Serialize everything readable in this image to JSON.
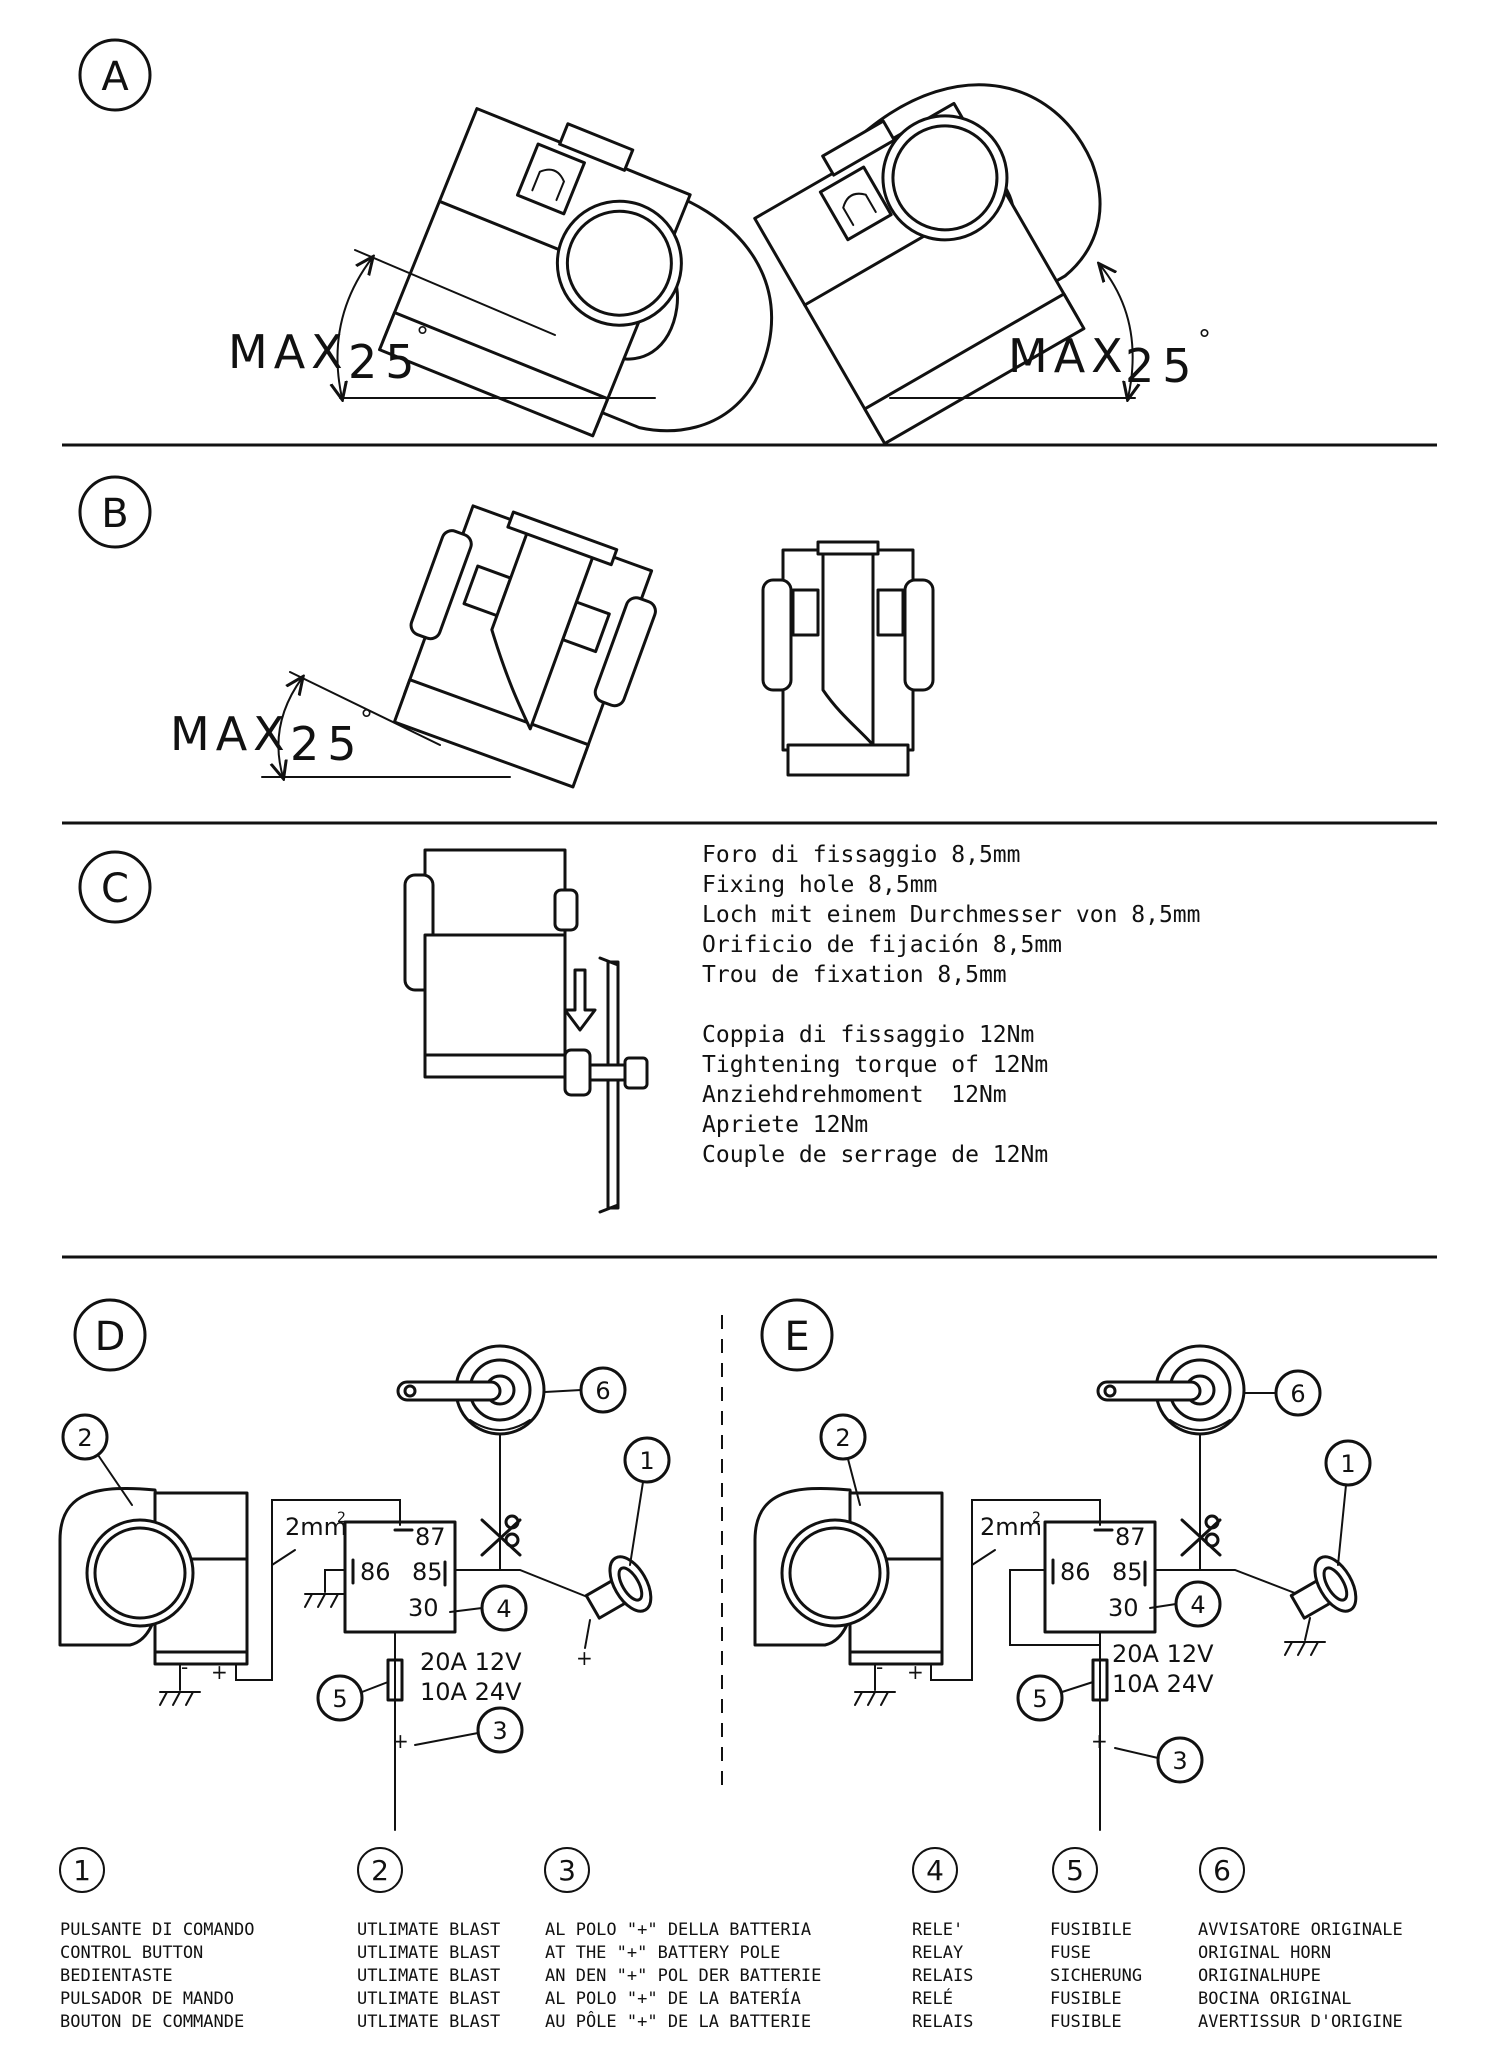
{
  "sections": {
    "a": {
      "label": "A",
      "angle_left": "MAX",
      "angle_left_value": "25",
      "angle_left_unit": "°",
      "angle_right": "MAX",
      "angle_right_value": "25",
      "angle_right_unit": "°"
    },
    "b": {
      "label": "B",
      "angle": "MAX",
      "angle_value": "25",
      "angle_unit": "°"
    },
    "c": {
      "label": "C",
      "lines": [
        "Foro di fissaggio 8,5mm",
        "Fixing hole 8,5mm",
        "Loch mit einem Durchmesser von 8,5mm",
        "Orificio de fijación 8,5mm",
        "Trou de fixation 8,5mm",
        "",
        "Coppia di fissaggio 12Nm",
        "Tightening torque of 12Nm",
        "Anziehdrehmoment  12Nm",
        "Apriete 12Nm",
        "Couple de serrage de 12Nm"
      ]
    },
    "d": {
      "label": "D",
      "wire": "2mm",
      "wire_sup": "2",
      "t87": "87",
      "t86": "86",
      "t85": "85",
      "t30": "30",
      "fuse1": "20A 12V",
      "fuse2": "10A 24V",
      "minus": "-",
      "plus": "+",
      "plus_batt": "+",
      "plus_btn": "+",
      "c1": "1",
      "c2": "2",
      "c3": "3",
      "c4": "4",
      "c5": "5",
      "c6": "6"
    },
    "e": {
      "label": "E",
      "wire": "2mm",
      "wire_sup": "2",
      "t87": "87",
      "t86": "86",
      "t85": "85",
      "t30": "30",
      "fuse1": "20A 12V",
      "fuse2": "10A 24V",
      "minus": "-",
      "plus": "+",
      "plus_batt": "+",
      "c1": "1",
      "c2": "2",
      "c3": "3",
      "c4": "4",
      "c5": "5",
      "c6": "6"
    }
  },
  "legend": [
    {
      "num": "1",
      "lines": [
        "PULSANTE DI COMANDO",
        "CONTROL BUTTON",
        "BEDIENTASTE",
        "PULSADOR DE MANDO",
        "BOUTON DE COMMANDE"
      ]
    },
    {
      "num": "2",
      "lines": [
        "UTLIMATE BLAST",
        "UTLIMATE BLAST",
        "UTLIMATE BLAST",
        "UTLIMATE BLAST",
        "UTLIMATE BLAST"
      ]
    },
    {
      "num": "3",
      "lines": [
        "AL POLO \"+\" DELLA BATTERIA",
        "AT THE \"+\" BATTERY POLE",
        "AN DEN \"+\" POL DER BATTERIE",
        "AL POLO \"+\" DE LA BATERÍA",
        "AU PÔLE \"+\" DE LA BATTERIE"
      ]
    },
    {
      "num": "4",
      "lines": [
        "RELE'",
        "RELAY",
        "RELAIS",
        "RELÉ",
        "RELAIS"
      ]
    },
    {
      "num": "5",
      "lines": [
        "FUSIBILE",
        "FUSE",
        "SICHERUNG",
        "FUSIBLE",
        "FUSIBLE"
      ]
    },
    {
      "num": "6",
      "lines": [
        "AVVISATORE ORIGINALE",
        "ORIGINAL HORN",
        "ORIGINALHUPE",
        "BOCINA ORIGINAL",
        "AVERTISSUR D'ORIGINE"
      ]
    }
  ]
}
